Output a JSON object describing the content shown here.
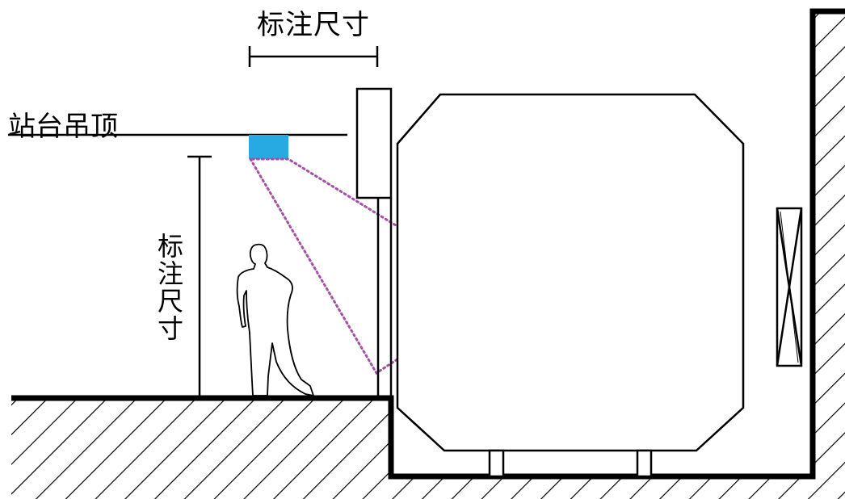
{
  "labels": {
    "ceiling": "站台吊顶",
    "dimension_top": "标注尺寸",
    "dimension_vertical": "标注尺寸"
  },
  "colors": {
    "line": "#000000",
    "device": "#27a9e1",
    "coverage": "#a64fa6",
    "background": "#ffffff"
  },
  "icons": {
    "person": "person-silhouette-icon",
    "equipment_box": "wall-box-icon",
    "tunnel_device": "x-box-icon"
  }
}
